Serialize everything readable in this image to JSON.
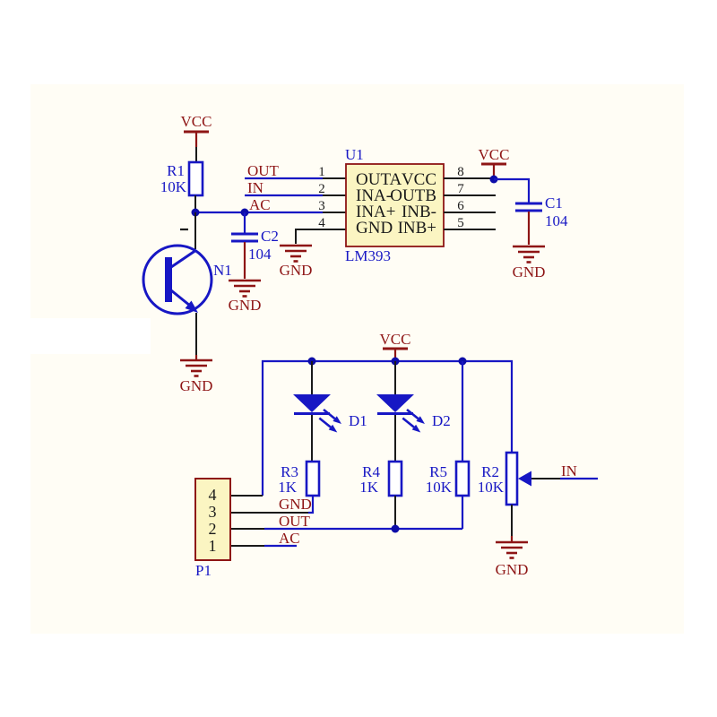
{
  "colors": {
    "wire_blue": "#1717C4",
    "net_label_red": "#8E1515",
    "component_fill_yellow": "#FBF5C2",
    "component_border_maroon": "#8E1515",
    "junction_dot_blue": "#0D0DA8",
    "canvas_cream": "#FFFDF5",
    "wire_black": "#1A1A1A"
  },
  "labels": {
    "vcc": "VCC",
    "gnd": "GND",
    "out": "OUT",
    "in": "IN",
    "ac": "AC",
    "minus": "-"
  },
  "components": {
    "r1": {
      "ref": "R1",
      "value": "10K"
    },
    "r2": {
      "ref": "R2",
      "value": "10K"
    },
    "r3": {
      "ref": "R3",
      "value": "1K"
    },
    "r4": {
      "ref": "R4",
      "value": "1K"
    },
    "r5": {
      "ref": "R5",
      "value": "10K"
    },
    "c1": {
      "ref": "C1",
      "value": "104"
    },
    "c2": {
      "ref": "C2",
      "value": "104"
    },
    "d1": {
      "ref": "D1"
    },
    "d2": {
      "ref": "D2"
    },
    "n1": {
      "ref": "N1"
    },
    "u1": {
      "ref": "U1",
      "part": "LM393",
      "rows": [
        {
          "left": "OUTA",
          "right": "VCC"
        },
        {
          "left": "INA-",
          "right": "OUTB"
        },
        {
          "left": "INA+",
          "right": "INB-"
        },
        {
          "left": "GND",
          "right": "INB+"
        }
      ],
      "pins_left": [
        "1",
        "2",
        "3",
        "4"
      ],
      "pins_right": [
        "8",
        "7",
        "6",
        "5"
      ]
    },
    "p1": {
      "ref": "P1",
      "pins": [
        "4",
        "3",
        "2",
        "1"
      ]
    }
  }
}
